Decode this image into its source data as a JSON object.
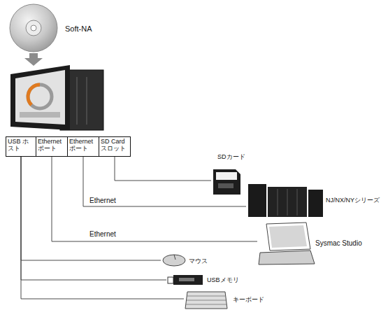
{
  "diagram": {
    "nodes": [
      {
        "text": [
          "Soft-NA"
        ]
      },
      {
        "text": [
          "USB ホスト"
        ]
      },
      {
        "text": [
          "Ethernet ポート"
        ]
      },
      {
        "text": [
          "Ethernet ポート"
        ]
      },
      {
        "text": [
          "SD Card スロット"
        ]
      },
      {
        "text": [
          "SDカード"
        ]
      },
      {
        "text": [
          "NJ/NX/NYシリーズ"
        ]
      },
      {
        "text": [
          "Sysmac Studio"
        ]
      },
      {
        "text": [
          "マウス"
        ]
      },
      {
        "text": [
          "USBメモリ"
        ]
      },
      {
        "text": [
          "キーボード"
        ]
      }
    ],
    "edges": [
      {
        "from": 4,
        "to": 5,
        "arrow": "none"
      },
      {
        "from": 3,
        "to": 6,
        "label": "Ethernet",
        "arrow": "none"
      },
      {
        "from": 2,
        "to": 7,
        "label": "Ethernet",
        "arrow": "none"
      },
      {
        "from": 1,
        "to": 8,
        "arrow": "none"
      },
      {
        "from": 1,
        "to": 9,
        "arrow": "none"
      },
      {
        "from": 1,
        "to": 10,
        "arrow": "none"
      }
    ]
  }
}
